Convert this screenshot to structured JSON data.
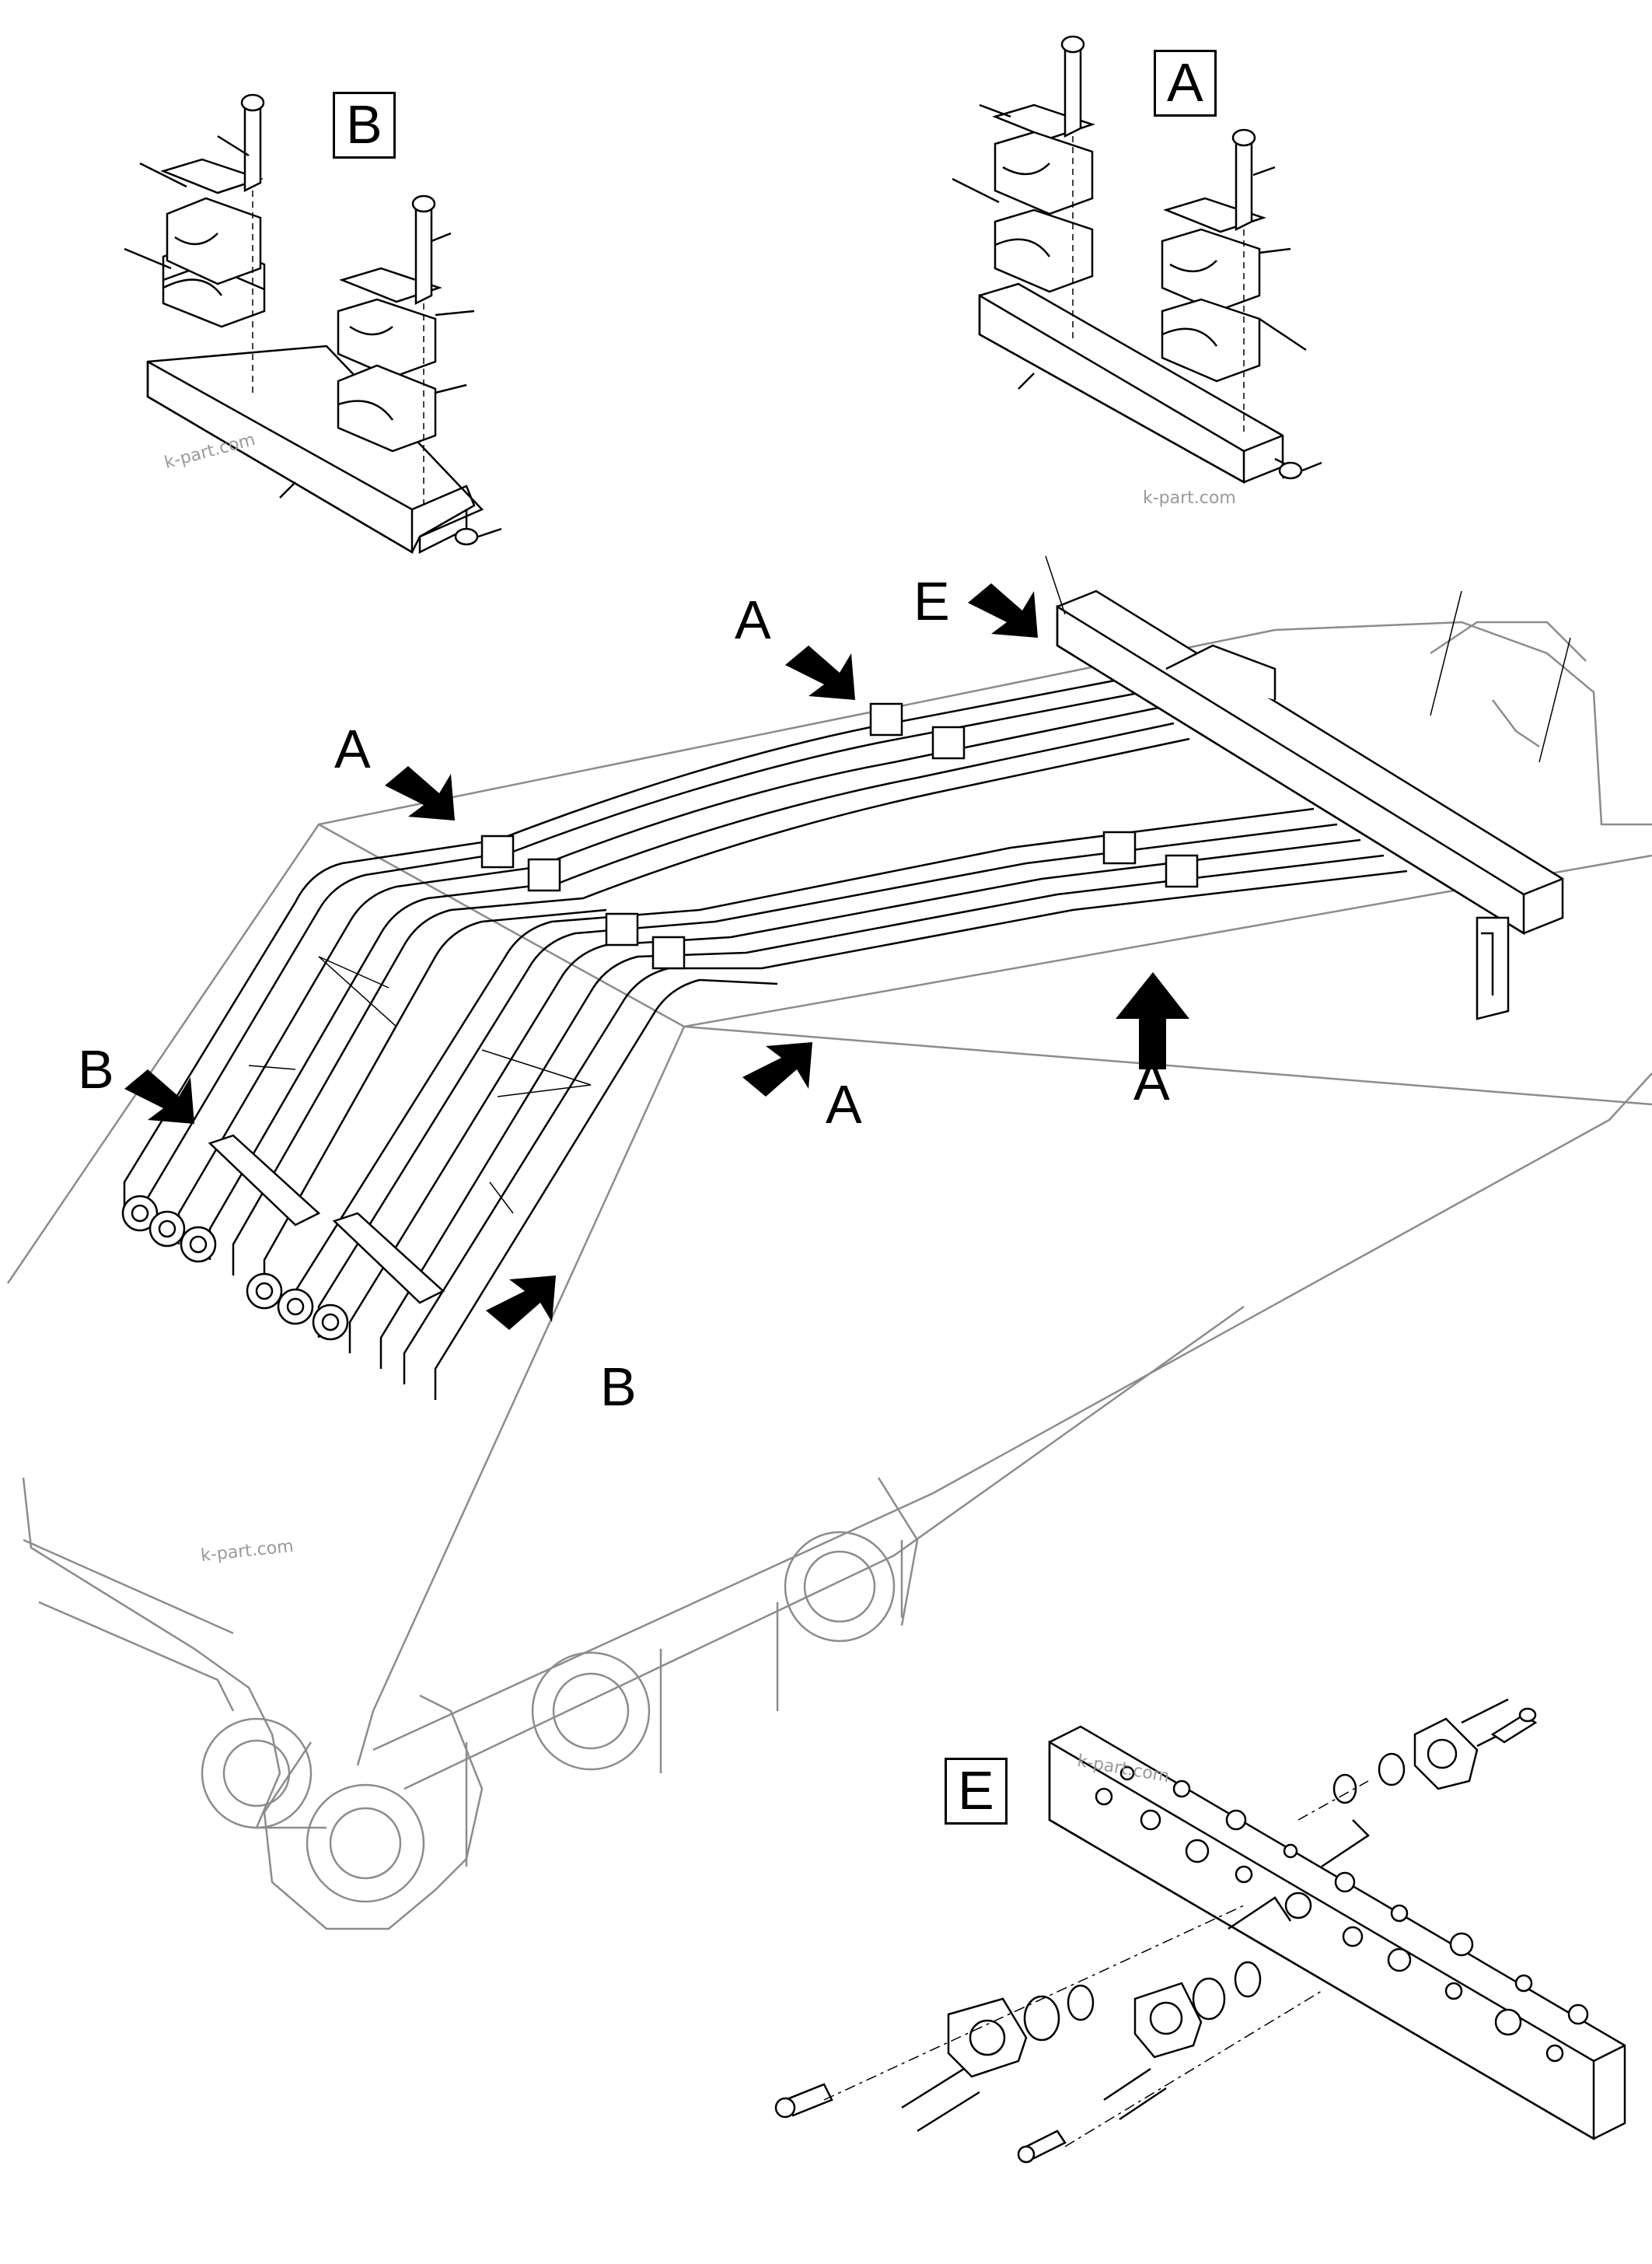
{
  "diagram": {
    "detail_views": {
      "B": {
        "label": "B"
      },
      "A": {
        "label": "A"
      },
      "E": {
        "label": "E"
      }
    },
    "main_view_callouts": [
      "A",
      "E",
      "A",
      "A",
      "A",
      "B",
      "B"
    ],
    "watermarks": [
      "k-part.com",
      "k-part.com",
      "k-part.com",
      "k-part.com"
    ]
  },
  "colors": {
    "line": "#000000",
    "light_line": "#8c8c8c",
    "watermark": "#9a9a9a"
  }
}
